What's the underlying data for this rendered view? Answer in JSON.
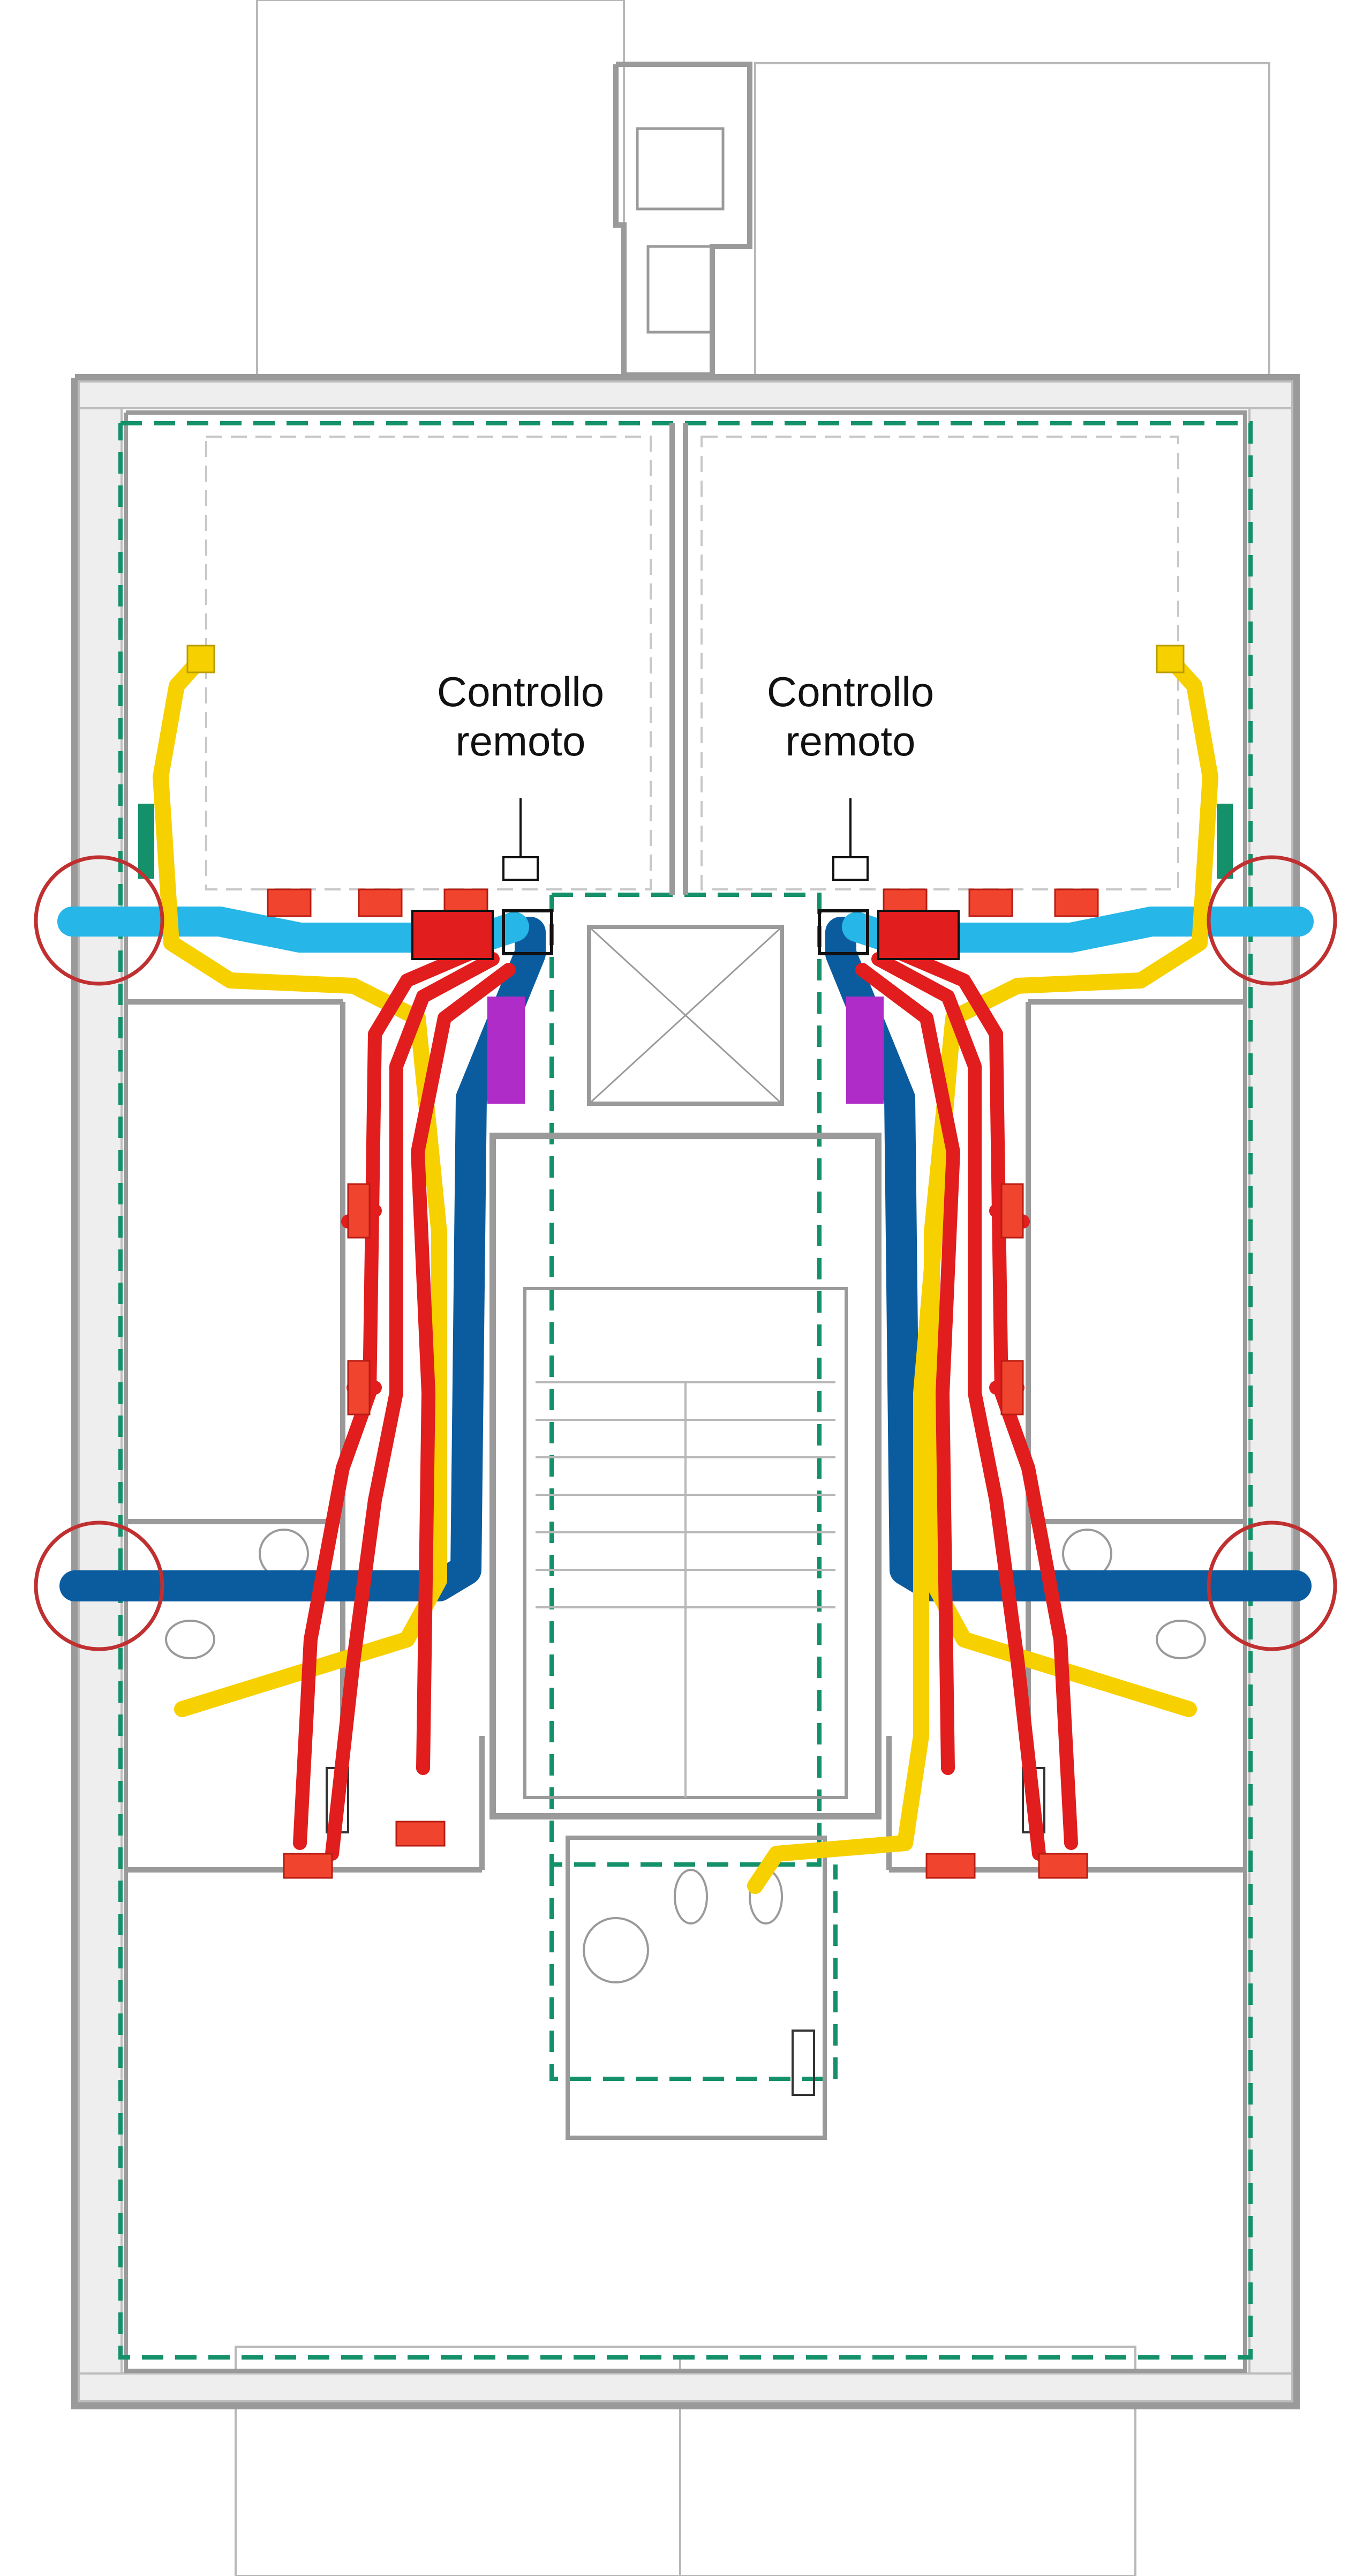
{
  "labels": {
    "left_remote_line1": "Controllo",
    "left_remote_line2": "remoto",
    "right_remote_line1": "Controllo",
    "right_remote_line2": "remoto"
  },
  "colors": {
    "wall": "#9a9a9a",
    "thin_line": "#b8b8b8",
    "insulation_boundary": "#14906a",
    "supply_duct": "#e11d1d",
    "supply_terminal": "#f0442e",
    "extract_duct": "#f7d000",
    "fresh_air_duct": "#26b6e8",
    "exhaust_duct": "#0b5c9e",
    "condensate": "#b02cc9",
    "wall_penetration_marker": "#c03030"
  }
}
